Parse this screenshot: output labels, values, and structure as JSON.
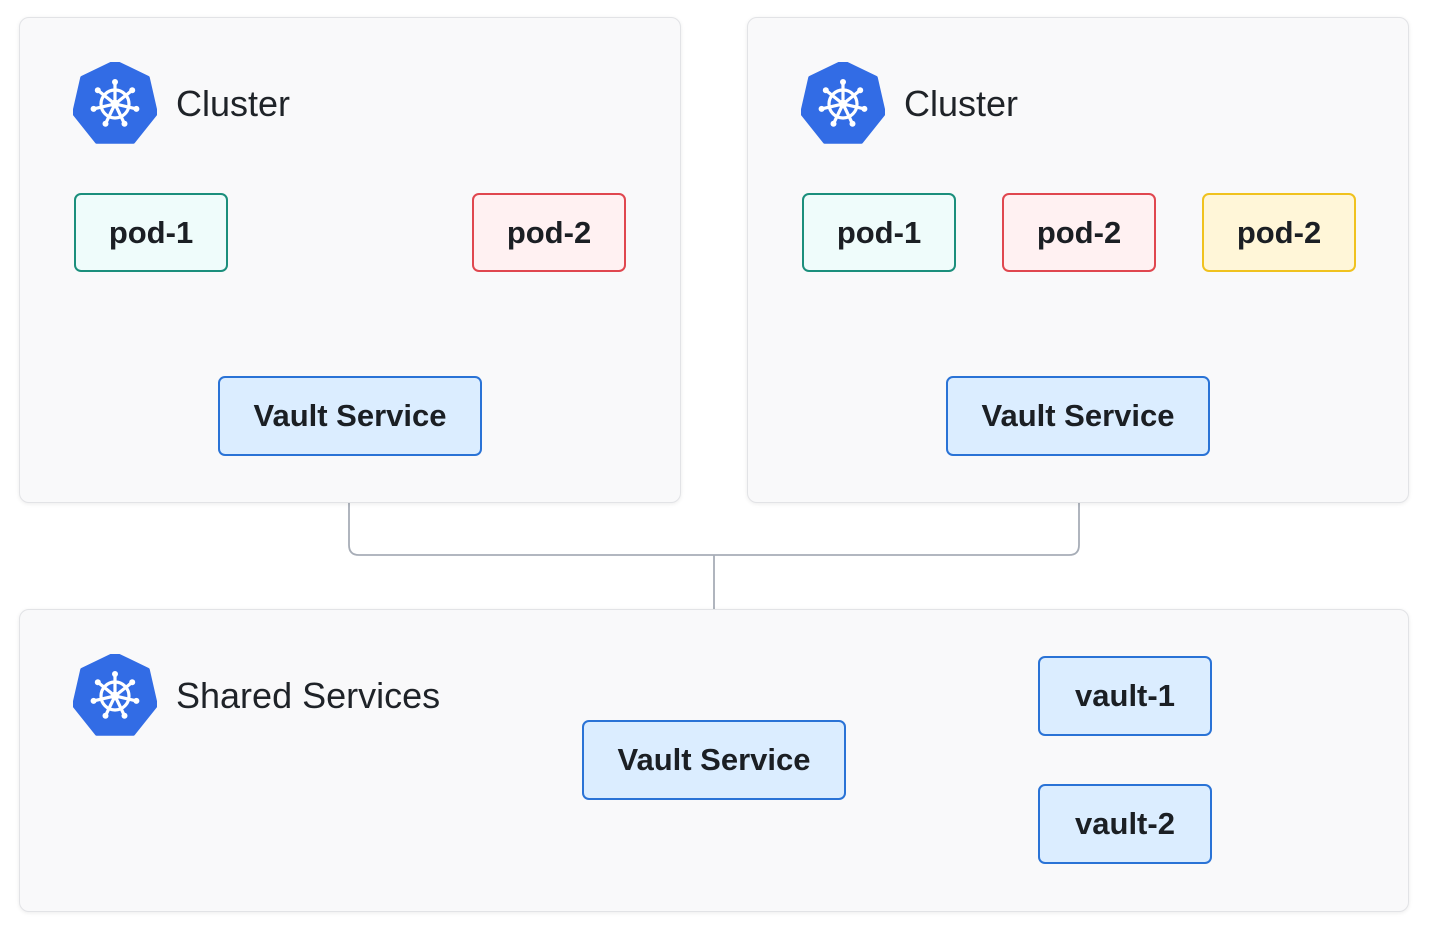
{
  "clusters": [
    {
      "title": "Cluster",
      "pods": [
        {
          "label": "pod-1",
          "color": "green"
        },
        {
          "label": "pod-2",
          "color": "red"
        }
      ],
      "service": "Vault Service"
    },
    {
      "title": "Cluster",
      "pods": [
        {
          "label": "pod-1",
          "color": "green"
        },
        {
          "label": "pod-2",
          "color": "red"
        },
        {
          "label": "pod-2",
          "color": "yellow"
        }
      ],
      "service": "Vault Service"
    }
  ],
  "shared": {
    "title": "Shared Services",
    "service": "Vault Service",
    "nodes": [
      "vault-1",
      "vault-2"
    ]
  },
  "colors": {
    "pod_green_border": "#1b8f7c",
    "pod_red_border": "#e0474f",
    "pod_yellow_border": "#f0c21e",
    "service_border": "#2a73d6",
    "service_fill": "#dbedff",
    "connector": "#a7adb7",
    "logo": "#326ce5"
  },
  "icons": [
    "kubernetes-icon"
  ]
}
